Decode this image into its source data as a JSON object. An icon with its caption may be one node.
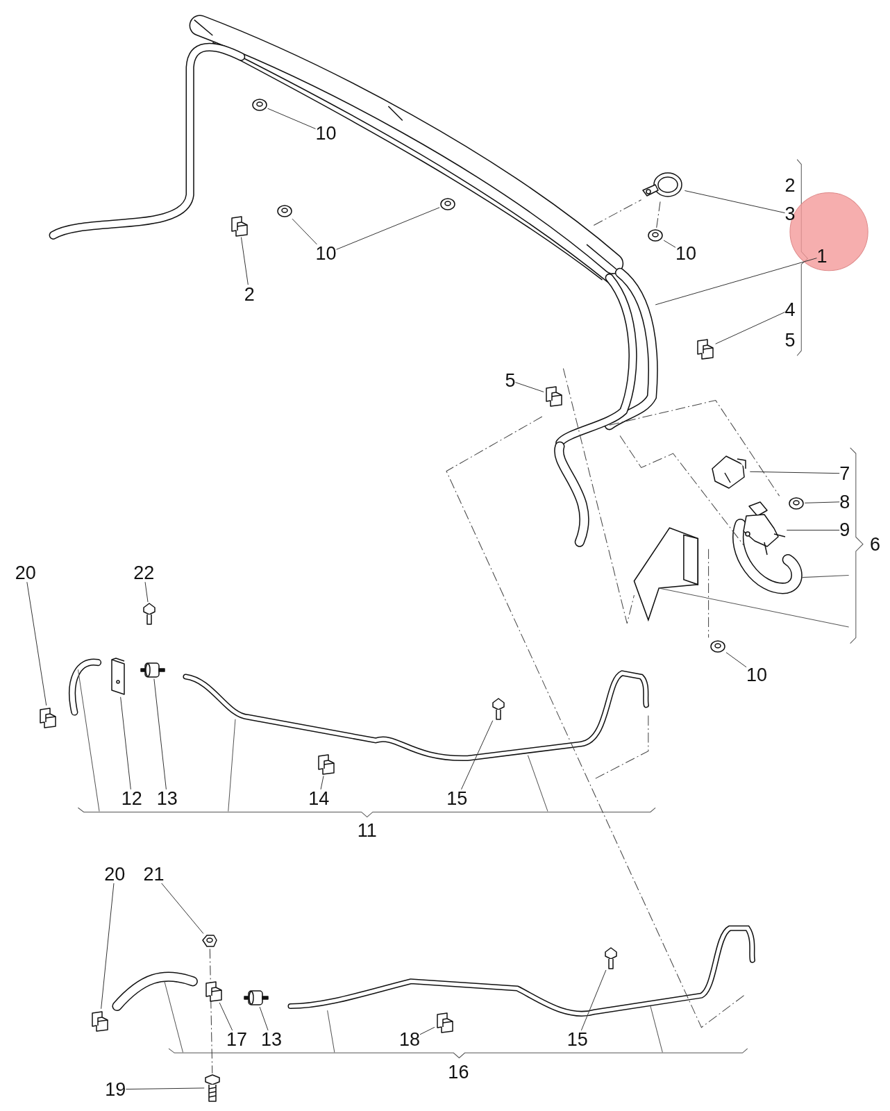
{
  "diagram": {
    "nodes": [
      {
        "text": [
          "10"
        ]
      },
      {
        "text": [],
        "shape": "picture"
      },
      {
        "text": [
          "10"
        ]
      },
      {
        "text": [],
        "shape": "picture"
      },
      {
        "text": [],
        "shape": "picture"
      },
      {
        "text": [
          "2"
        ]
      },
      {
        "text": [],
        "shape": "picture"
      },
      {
        "text": [
          "3"
        ]
      },
      {
        "text": [],
        "shape": "picture"
      },
      {
        "text": [
          "10"
        ]
      },
      {
        "text": [],
        "shape": "picture"
      },
      {
        "text": [
          "1"
        ]
      },
      {
        "text": [
          "4"
        ]
      },
      {
        "text": [],
        "shape": "picture"
      },
      {
        "text": [
          "5"
        ]
      },
      {
        "text": [],
        "shape": "picture"
      },
      {
        "text": [
          "7"
        ]
      },
      {
        "text": [],
        "shape": "picture"
      },
      {
        "text": [
          "8"
        ]
      },
      {
        "text": [],
        "shape": "picture"
      },
      {
        "text": [
          "9"
        ]
      },
      {
        "text": [],
        "shape": "picture"
      },
      {
        "text": [
          "10"
        ]
      },
      {
        "text": [],
        "shape": "picture"
      },
      {
        "text": [
          "20"
        ]
      },
      {
        "text": [],
        "shape": "picture"
      },
      {
        "text": [
          "22"
        ]
      },
      {
        "text": [],
        "shape": "picture"
      },
      {
        "text": [
          "12"
        ]
      },
      {
        "text": [],
        "shape": "picture"
      },
      {
        "text": [
          "13"
        ]
      },
      {
        "text": [],
        "shape": "picture"
      },
      {
        "text": [
          "14"
        ]
      },
      {
        "text": [],
        "shape": "picture"
      },
      {
        "text": [
          "15"
        ]
      },
      {
        "text": [],
        "shape": "picture"
      },
      {
        "text": [
          "20"
        ]
      },
      {
        "text": [],
        "shape": "picture"
      },
      {
        "text": [
          "21"
        ]
      },
      {
        "text": [],
        "shape": "picture"
      },
      {
        "text": [
          "17"
        ]
      },
      {
        "text": [],
        "shape": "picture"
      },
      {
        "text": [
          "13"
        ]
      },
      {
        "text": [],
        "shape": "picture"
      },
      {
        "text": [
          "18"
        ]
      },
      {
        "text": [],
        "shape": "picture"
      },
      {
        "text": [
          "15"
        ]
      },
      {
        "text": [],
        "shape": "picture"
      },
      {
        "text": [
          "19"
        ]
      },
      {
        "text": [],
        "shape": "picture"
      }
    ],
    "edges": [
      {
        "from": 0,
        "to": 1,
        "arrow": "none"
      },
      {
        "from": 2,
        "to": 3,
        "arrow": "none"
      },
      {
        "from": 2,
        "to": 4,
        "arrow": "none"
      },
      {
        "from": 5,
        "to": 6,
        "arrow": "none"
      },
      {
        "from": 7,
        "to": 8,
        "arrow": "none"
      },
      {
        "from": 9,
        "to": 10,
        "arrow": "none"
      },
      {
        "from": 11,
        "to": null,
        "arrow": "none"
      },
      {
        "from": 12,
        "to": 13,
        "arrow": "none"
      },
      {
        "from": 14,
        "to": 15,
        "arrow": "none"
      },
      {
        "from": 16,
        "to": 17,
        "arrow": "none"
      },
      {
        "from": 18,
        "to": 19,
        "arrow": "none"
      },
      {
        "from": 20,
        "to": 21,
        "arrow": "none"
      },
      {
        "from": 22,
        "to": 23,
        "arrow": "none"
      },
      {
        "from": 24,
        "to": 25,
        "arrow": "none"
      },
      {
        "from": 26,
        "to": 27,
        "arrow": "none"
      },
      {
        "from": 28,
        "to": 29,
        "arrow": "none"
      },
      {
        "from": 30,
        "to": 31,
        "arrow": "none"
      },
      {
        "from": 32,
        "to": 33,
        "arrow": "none"
      },
      {
        "from": 34,
        "to": 35,
        "arrow": "none"
      },
      {
        "from": 36,
        "to": 37,
        "arrow": "none"
      },
      {
        "from": 38,
        "to": 39,
        "arrow": "none"
      },
      {
        "from": 40,
        "to": 41,
        "arrow": "none"
      },
      {
        "from": 42,
        "to": 43,
        "arrow": "none"
      },
      {
        "from": 44,
        "to": 45,
        "arrow": "none"
      },
      {
        "from": 46,
        "to": 47,
        "arrow": "none"
      },
      {
        "from": 48,
        "to": 49,
        "arrow": "none"
      },
      {
        "from": 8,
        "to": 10,
        "arrow": "none",
        "style": "dashed"
      },
      {
        "from": 39,
        "to": 49,
        "arrow": "none",
        "style": "dashed"
      }
    ],
    "labels": [
      "2",
      "5",
      "6",
      "11",
      "16"
    ]
  }
}
